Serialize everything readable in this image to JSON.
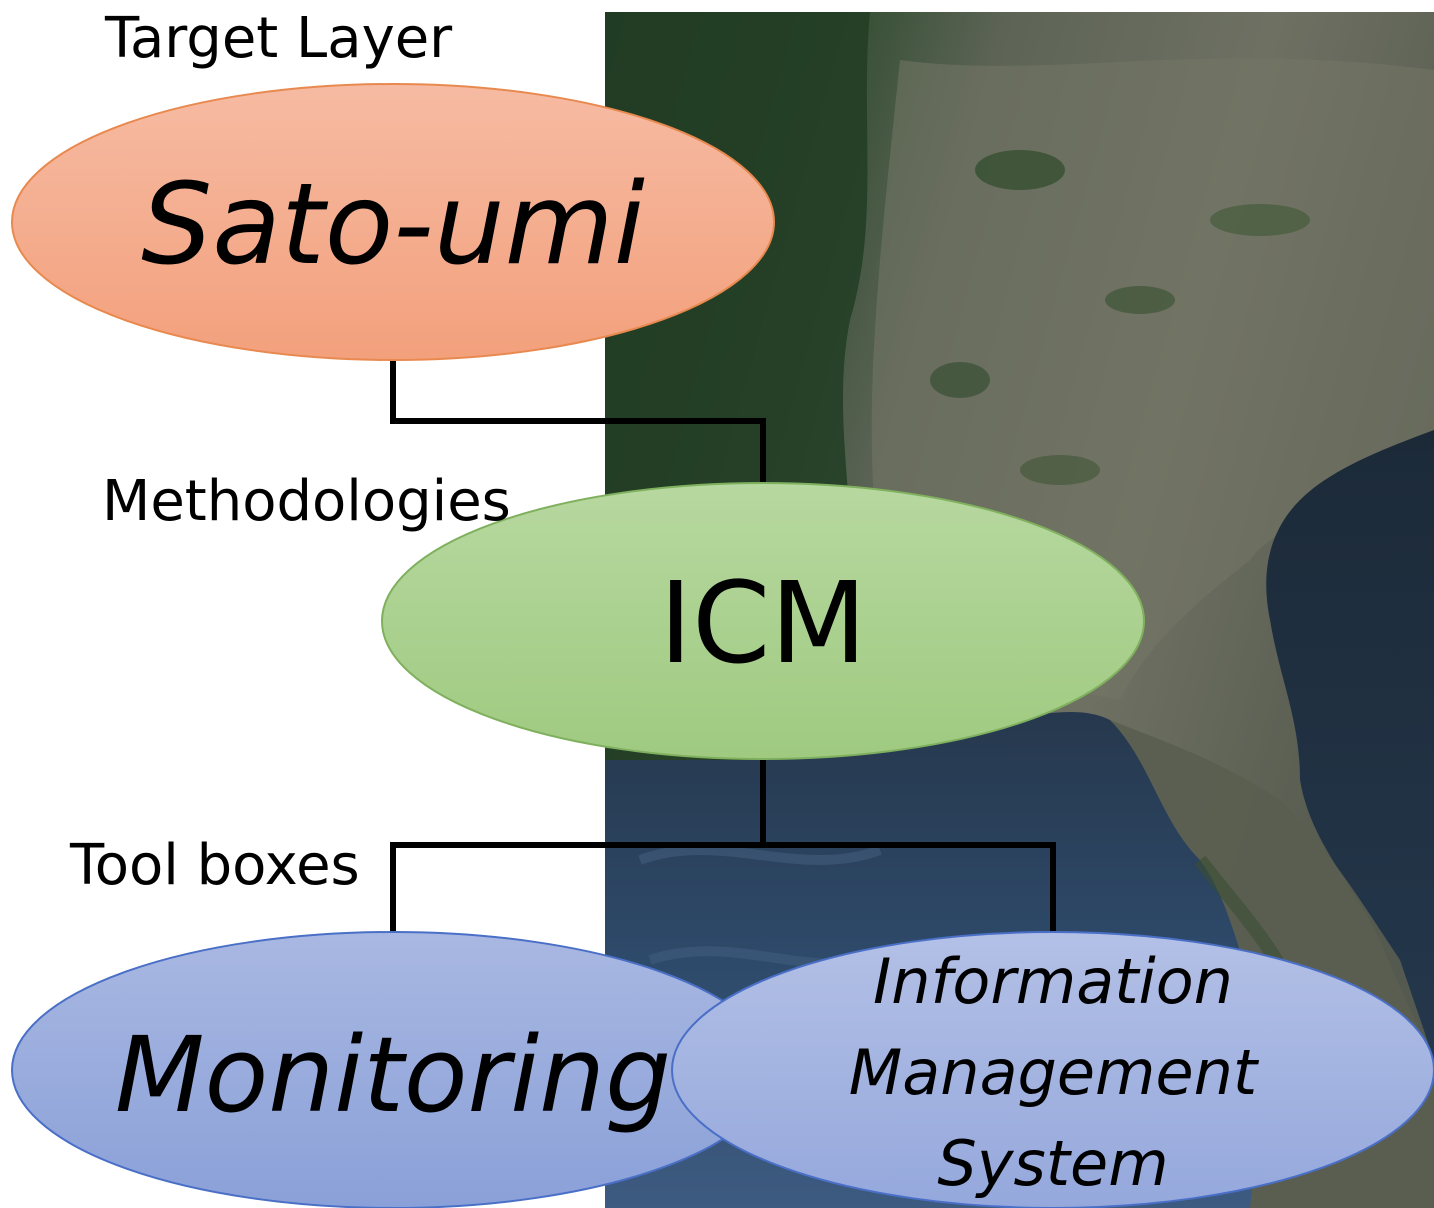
{
  "layers": {
    "target": "Target Layer",
    "methodologies": "Methodologies",
    "toolboxes": "Tool boxes"
  },
  "nodes": {
    "sato_umi": {
      "label": "Sato-umi",
      "fill": "#f4a98a",
      "stroke": "#e8894f"
    },
    "icm": {
      "label": "ICM",
      "fill": "#a9d08e",
      "stroke": "#7fb05e"
    },
    "monitoring": {
      "label": "Monitoring",
      "fill": "#97a9dc",
      "stroke": "#4a6fc7"
    },
    "ims": {
      "lines": [
        "Information",
        "Management",
        "System"
      ],
      "fill": "#a3b3e0",
      "stroke": "#4a6fc7"
    }
  },
  "background": {
    "image": "satellite-map-of-bay-area"
  },
  "connector_color": "#000000"
}
